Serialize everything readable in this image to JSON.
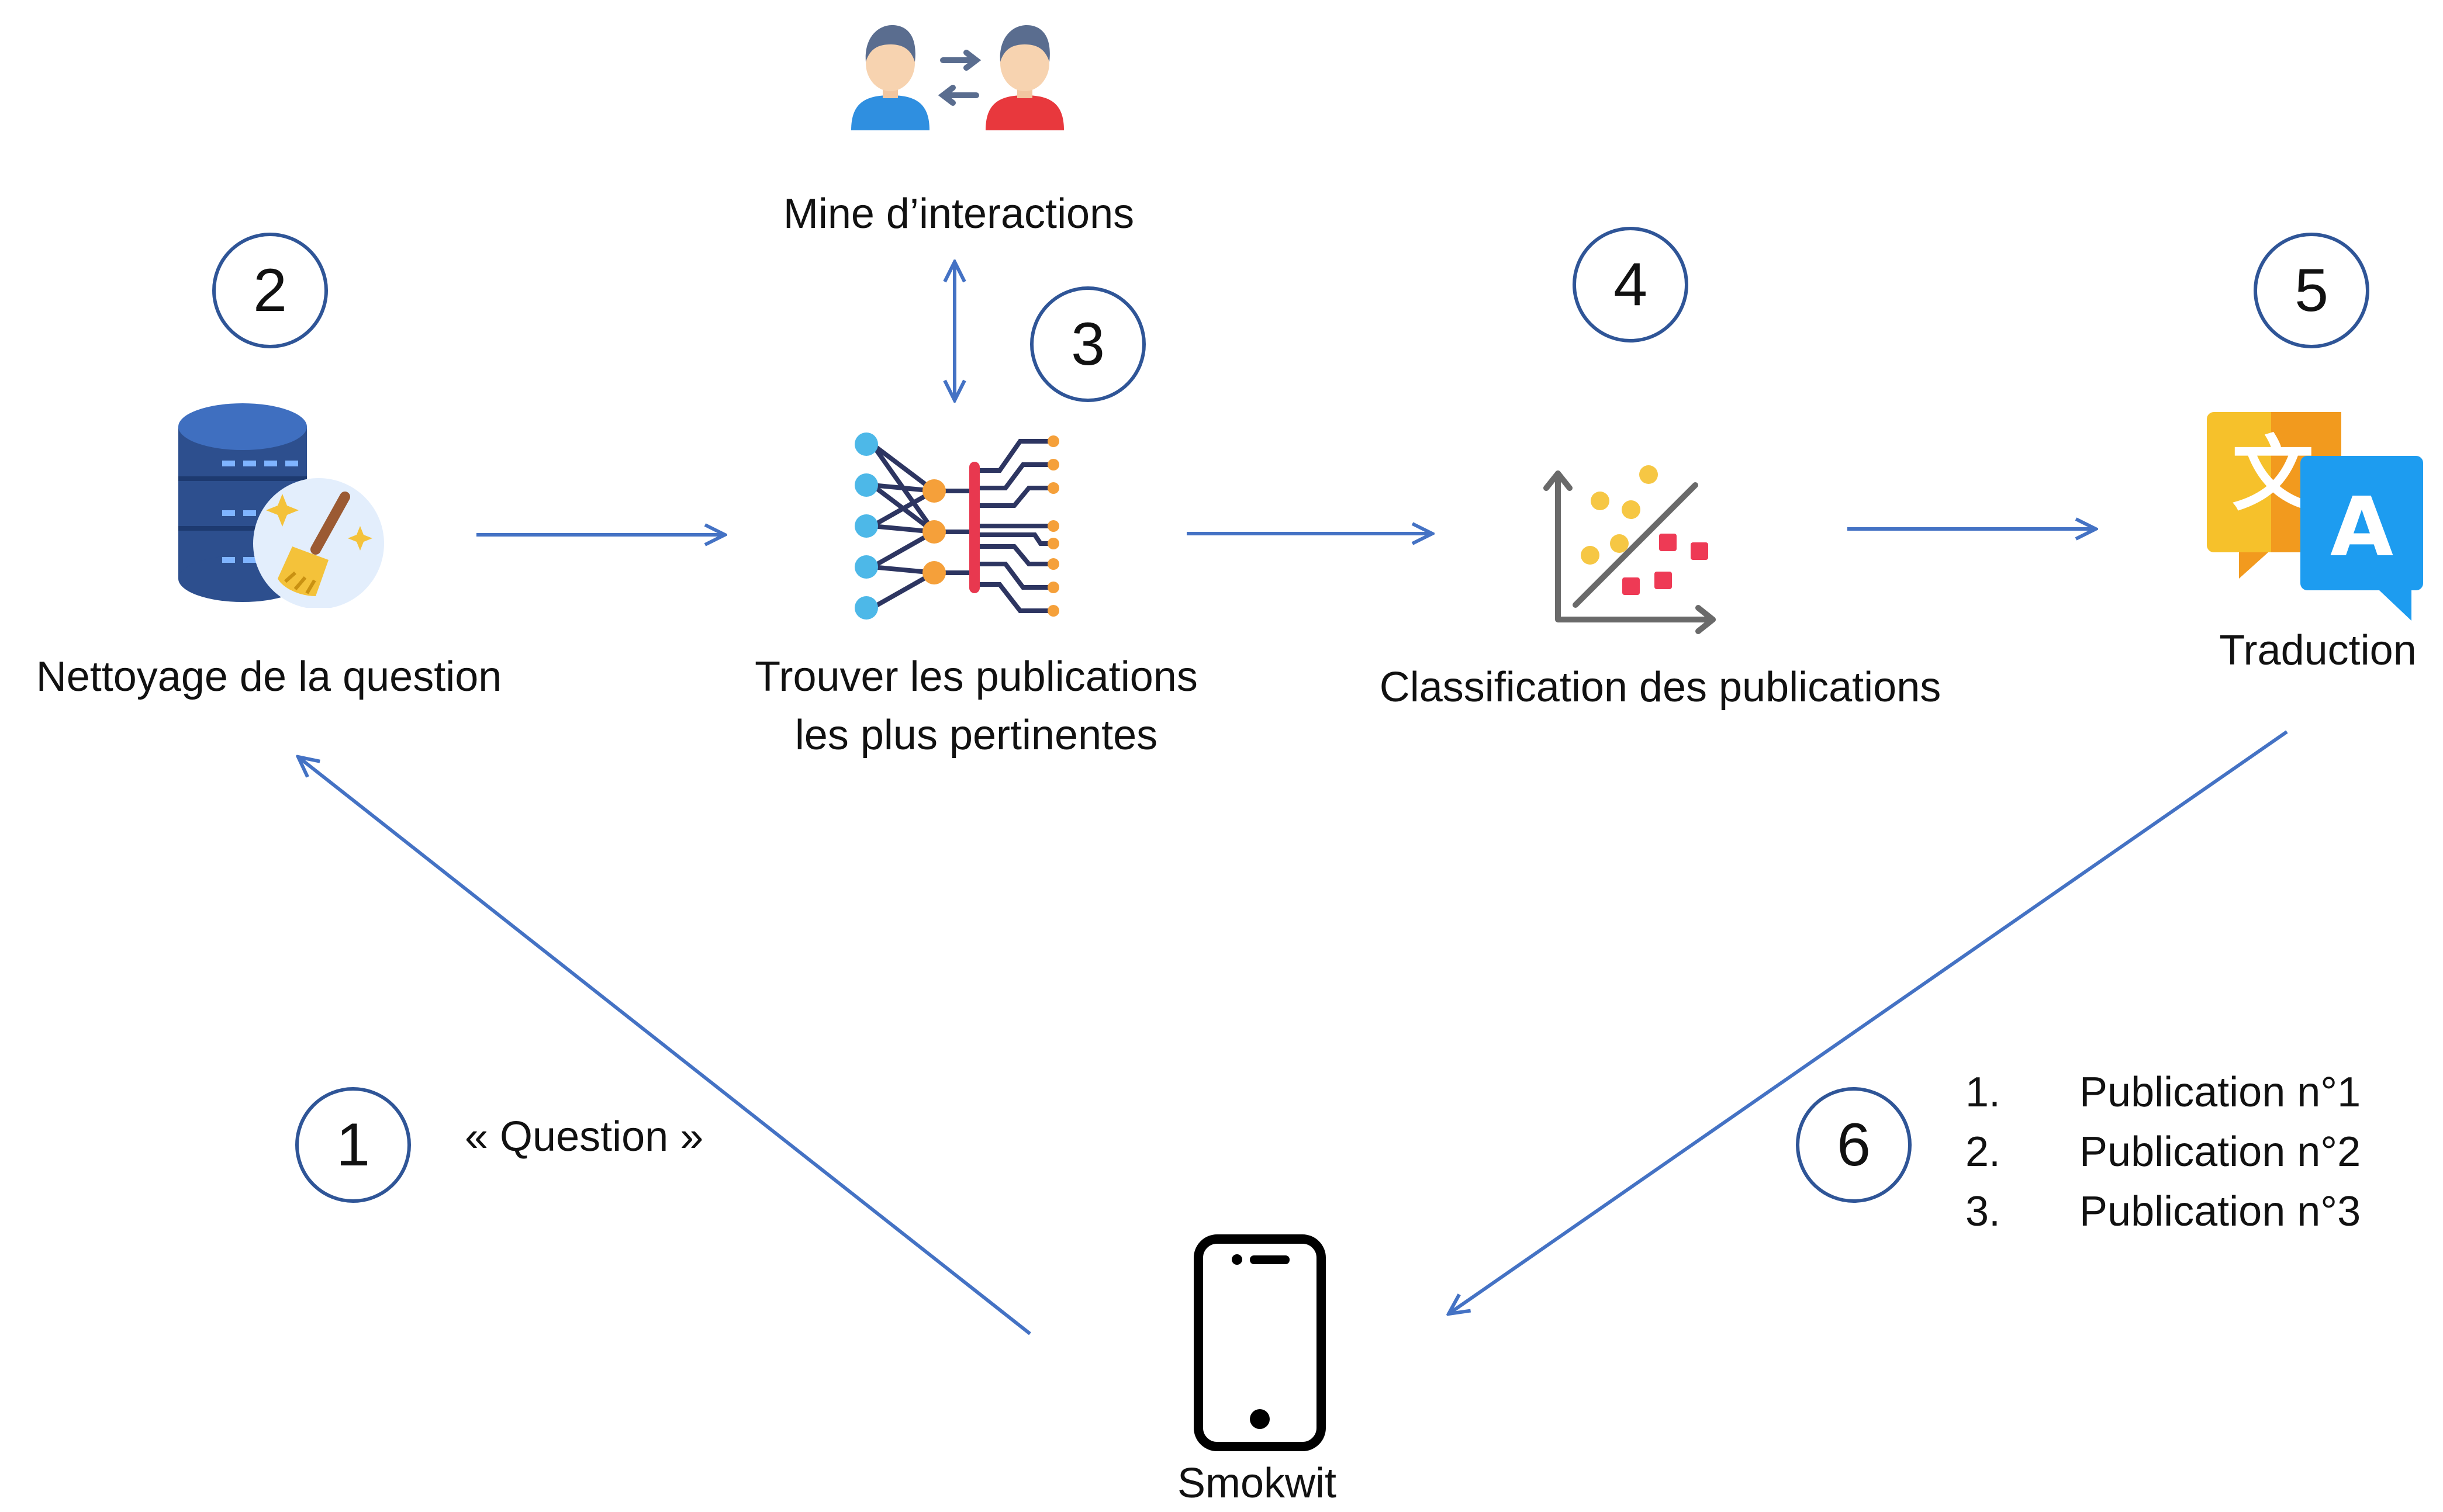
{
  "colors": {
    "arrow": "#4472c4",
    "circle_border": "#2f5597",
    "text": "#111111"
  },
  "steps": [
    {
      "number": "1",
      "text": "« Question »"
    },
    {
      "number": "2",
      "label": "Nettoyage de la question",
      "icon": "database-broom-icon"
    },
    {
      "number": "3",
      "label_line1": "Trouver les publications",
      "label_line2": "les plus pertinentes",
      "icon": "neural-network-icon"
    },
    {
      "number": "4",
      "label": "Classification des publications",
      "icon": "scatter-classification-icon"
    },
    {
      "number": "5",
      "label": "Traduction",
      "icon": "translation-icon"
    },
    {
      "number": "6",
      "results": [
        {
          "num": "1.",
          "text": "Publication n°1"
        },
        {
          "num": "2.",
          "text": "Publication n°2"
        },
        {
          "num": "3.",
          "text": "Publication n°3"
        }
      ]
    }
  ],
  "interactions": {
    "label": "Mine d’interactions",
    "icon": "user-exchange-icon"
  },
  "app": {
    "label": "Smokwit",
    "icon": "smartphone-icon"
  }
}
